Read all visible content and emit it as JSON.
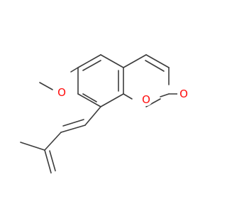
{
  "molecule": {
    "atoms": [
      {
        "id": "O_ring",
        "label": "O",
        "color": "#ff0d0d"
      },
      {
        "id": "O_carbonyl",
        "label": "O",
        "color": "#ff0d0d"
      },
      {
        "id": "O_methoxy",
        "label": "O",
        "color": "#ff0d0d"
      }
    ]
  },
  "colors": {
    "bond": "#3c3c3c",
    "oxygen": "#ff0d0d",
    "background": "#ffffff"
  }
}
